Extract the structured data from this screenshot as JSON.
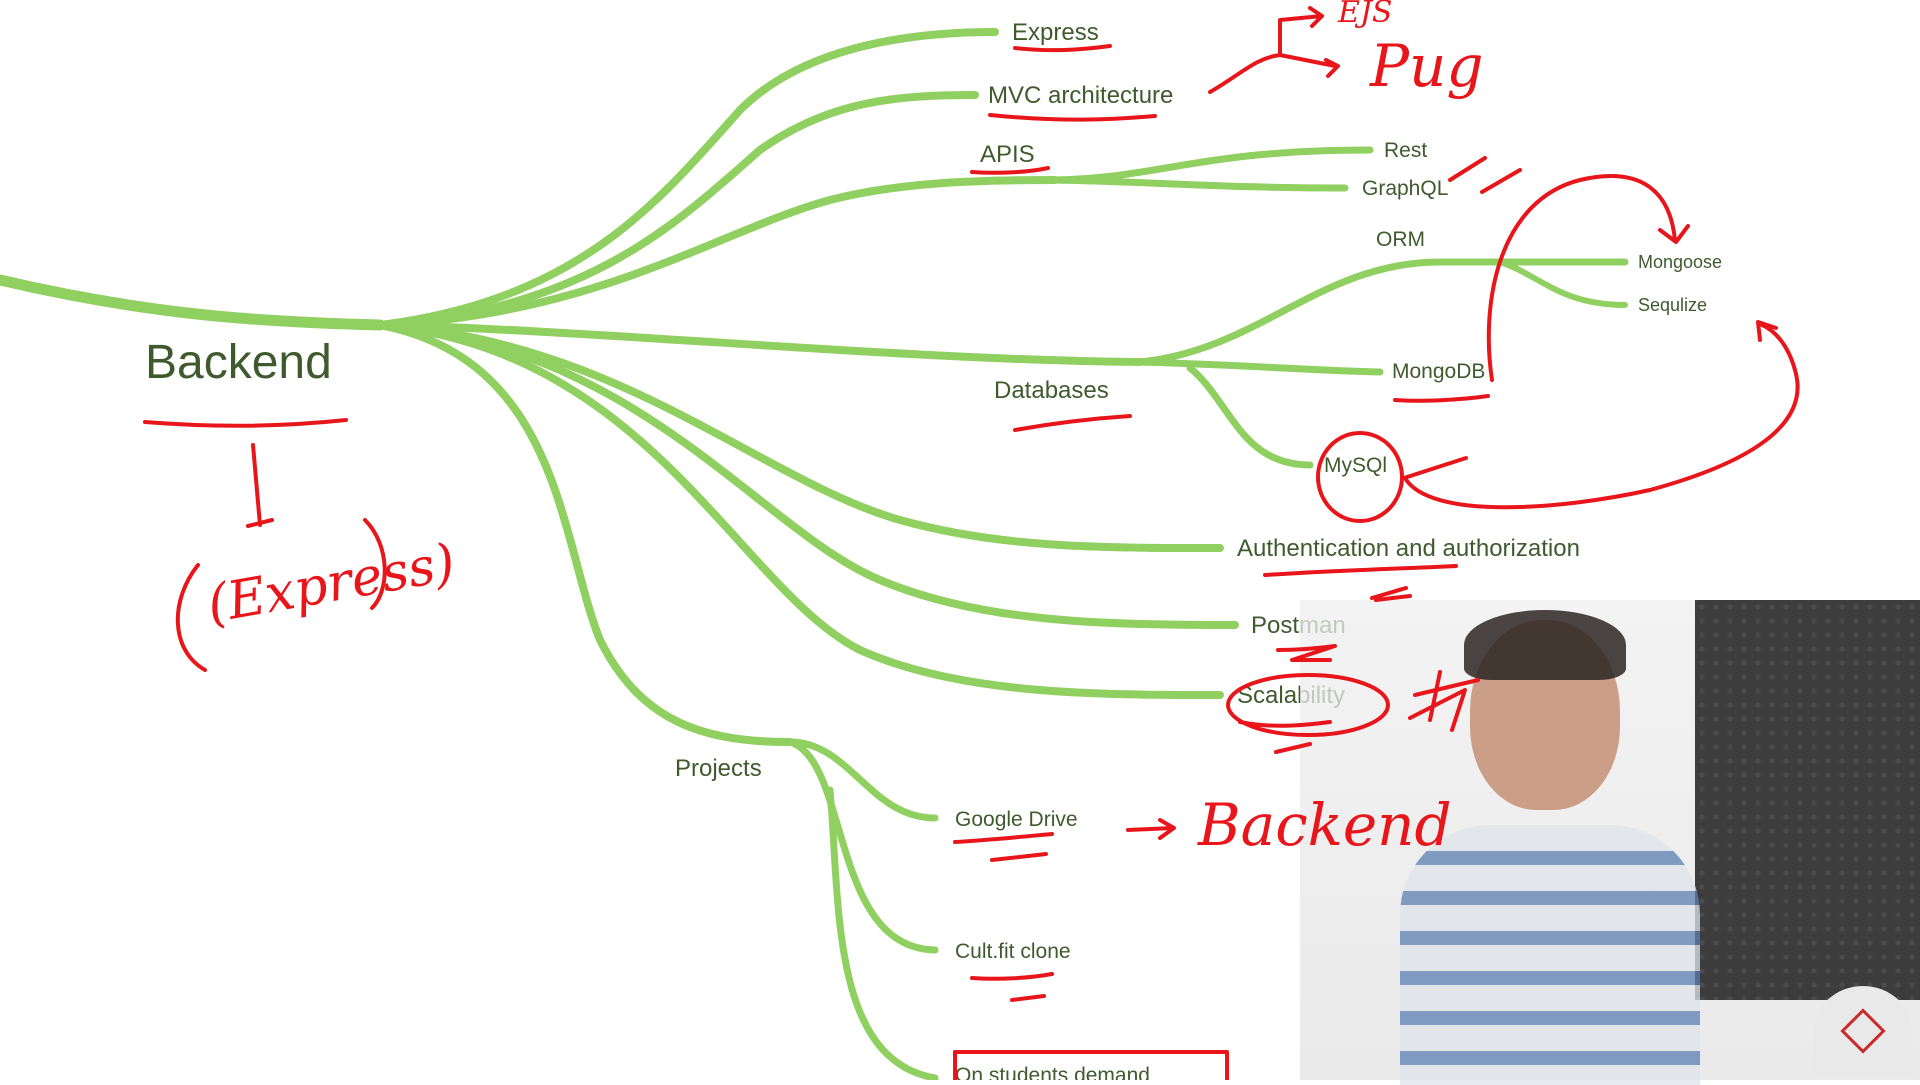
{
  "mindmap": {
    "root": "Backend",
    "branches": {
      "express": "Express",
      "mvc": "MVC architecture",
      "apis": "APIS",
      "databases": "Databases",
      "auth": "Authentication and authorization",
      "postman": "Postman",
      "scalability": "Scalability",
      "projects": "Projects"
    },
    "api_children": {
      "rest": "Rest",
      "graphql": "GraphQL"
    },
    "db_children": {
      "orm": "ORM",
      "mongodb": "MongoDB",
      "mysql": "MySQl"
    },
    "orm_children": {
      "mongoose": "Mongoose",
      "sequelize": "Sequlize"
    },
    "project_children": {
      "google_drive": "Google Drive",
      "cultfit": "Cult.fit clone",
      "on_demand": "On students demand"
    }
  },
  "annotations": {
    "root_note": "(Express)",
    "view_engine_1": "EJS",
    "view_engine_2": "Pug",
    "drive_note": "Backend"
  },
  "colors": {
    "branch": "#8fd061",
    "label": "#3f5b2e",
    "ink": "#e8151b"
  }
}
